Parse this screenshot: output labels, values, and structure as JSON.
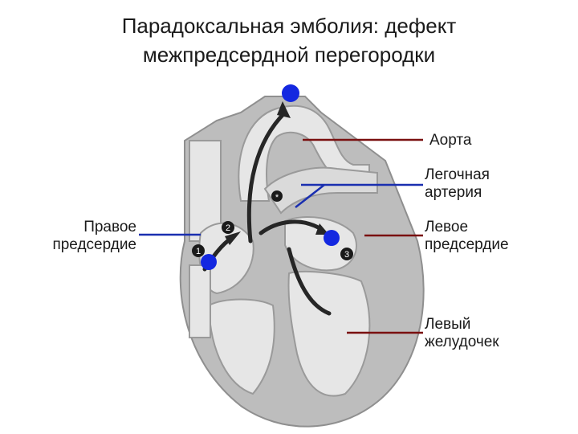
{
  "title": {
    "line1": "Парадоксальная эмболия: дефект",
    "line2": "межпредсердной перегородки"
  },
  "labels": {
    "aorta": "Аорта",
    "pulmonary_artery": [
      "Легочная",
      "артерия"
    ],
    "right_atrium": [
      "Правое",
      "предсердие"
    ],
    "left_atrium": [
      "Левое",
      "предсердие"
    ],
    "left_ventricle": [
      "Левый",
      "желудочек"
    ]
  },
  "markers": {
    "step1": "1",
    "step2": "2",
    "step3": "3",
    "star": "*"
  },
  "colors": {
    "embolus": "#1428e0",
    "aorta_line": "#7a1010",
    "pulmonary_line": "#1a2fb0",
    "right_atrium_line": "#1a2fb0",
    "left_atrium_line": "#7a1010",
    "left_ventricle_line": "#7a1010",
    "heart_fill": "#bdbdbd",
    "heart_light": "#e6e6e6",
    "flow_arrow": "#262626"
  }
}
